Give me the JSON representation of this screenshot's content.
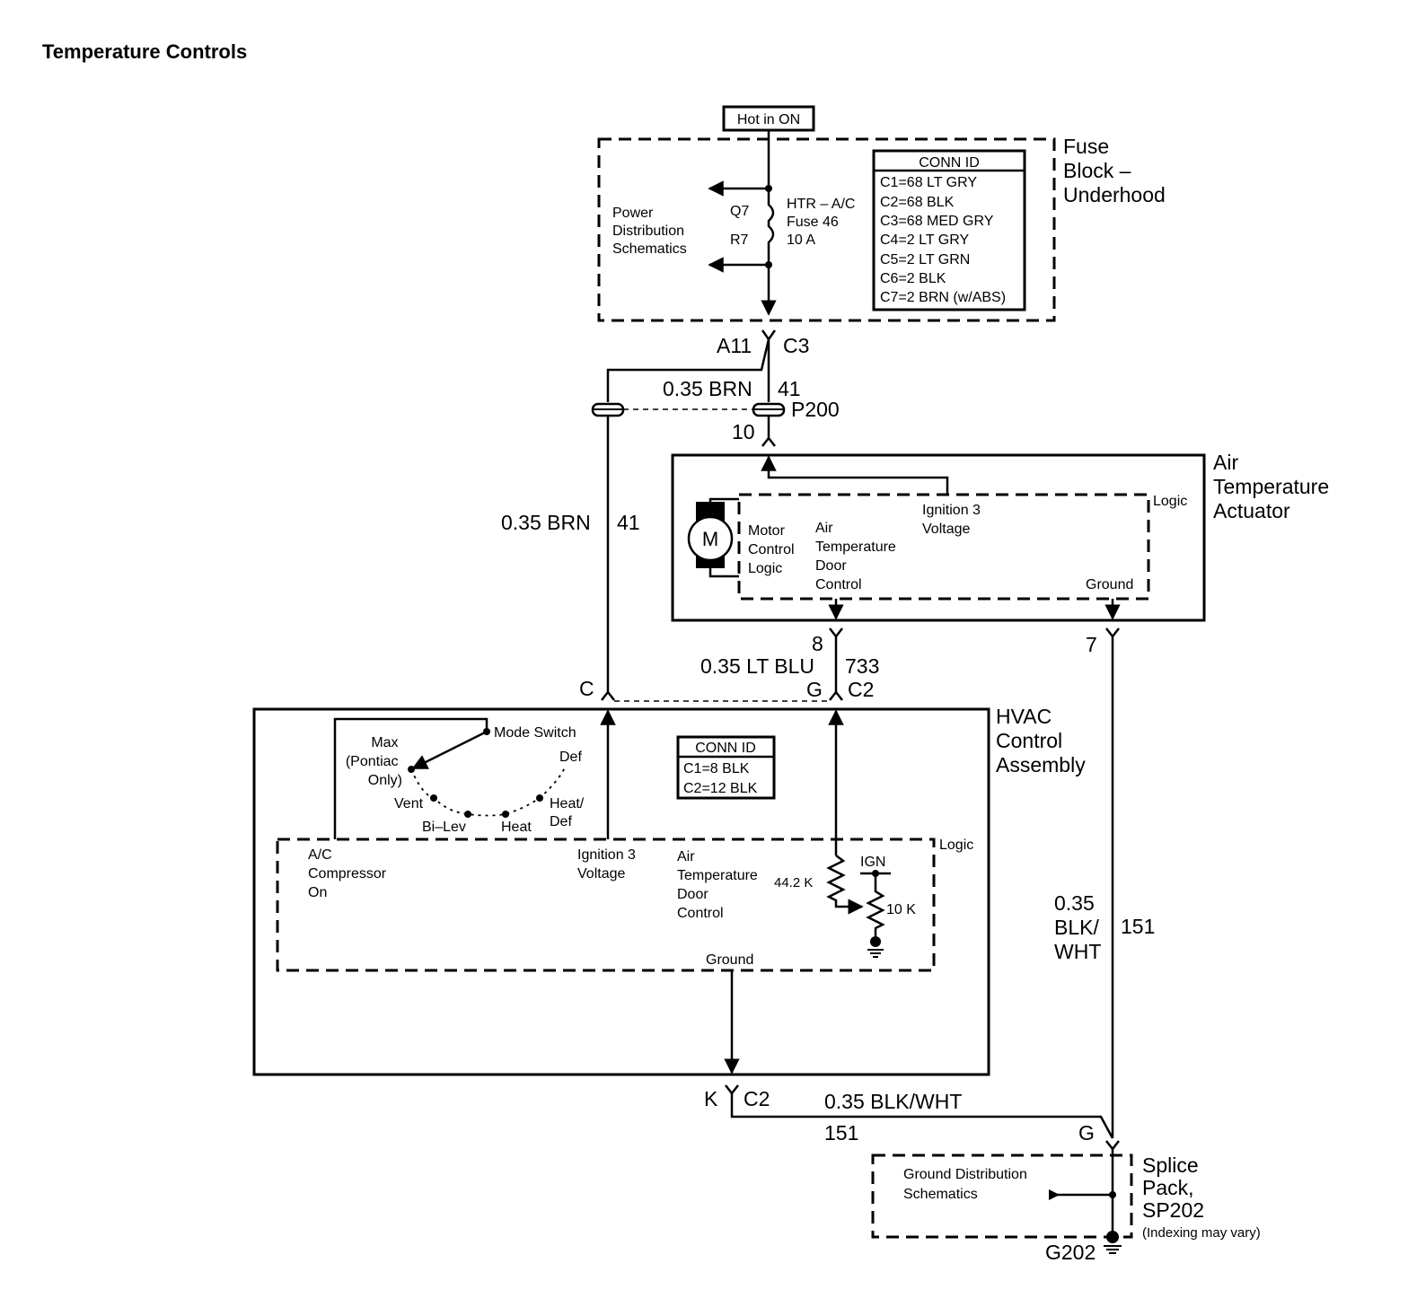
{
  "title": "Temperature Controls",
  "power_source": "Hot in ON",
  "fuse_block": {
    "name_lines": [
      "Fuse",
      "Block –",
      "Underhood"
    ],
    "power_dist_lines": [
      "Power",
      "Distribution",
      "Schematics"
    ],
    "fuse_lines": [
      "HTR – A/C",
      "Fuse 46",
      "10 A"
    ],
    "q7": "Q7",
    "r7": "R7",
    "conn_id": {
      "header": "CONN ID",
      "rows": [
        "C1=68 LT GRY",
        "C2=68 BLK",
        "C3=68 MED GRY",
        "C4=2 LT GRY",
        "C5=2 LT GRN",
        "C6=2 BLK",
        "C7=2 BRN (w/ABS)"
      ]
    },
    "pin": "A11",
    "connector": "C3"
  },
  "wire_brn_top": {
    "gauge": "0.35 BRN",
    "circuit": "41"
  },
  "p200": {
    "label": "P200",
    "pin": "10"
  },
  "wire_brn_left": {
    "gauge": "0.35 BRN",
    "circuit": "41"
  },
  "air_temp_actuator": {
    "name_lines": [
      "Air",
      "Temperature",
      "Actuator"
    ],
    "logic": "Logic",
    "motor": "M",
    "motor_logic_lines": [
      "Motor",
      "Control",
      "Logic"
    ],
    "door_control_lines": [
      "Air",
      "Temperature",
      "Door",
      "Control"
    ],
    "ign_lines": [
      "Ignition 3",
      "Voltage"
    ],
    "ground": "Ground",
    "pin_8": "8",
    "pin_7": "7"
  },
  "wire_ltblu": {
    "gauge": "0.35 LT BLU",
    "circuit": "733"
  },
  "hvac_conn": {
    "pin_c": "C",
    "pin_g": "G",
    "connector": "C2"
  },
  "hvac": {
    "name_lines": [
      "HVAC",
      "Control",
      "Assembly"
    ],
    "conn_id": {
      "header": "CONN ID",
      "rows": [
        "C1=8 BLK",
        "C2=12 BLK"
      ]
    },
    "mode_switch": "Mode Switch",
    "max_lines": [
      "Max",
      "(Pontiac",
      "Only)"
    ],
    "def": "Def",
    "vent": "Vent",
    "bilev": "Bi–Lev",
    "heat": "Heat",
    "heatdef_lines": [
      "Heat/",
      "Def"
    ],
    "logic": "Logic",
    "ac_lines": [
      "A/C",
      "Compressor",
      "On"
    ],
    "ign_lines": [
      "Ignition 3",
      "Voltage"
    ],
    "door_control_lines": [
      "Air",
      "Temperature",
      "Door",
      "Control"
    ],
    "res1": "44.2 K",
    "ign": "IGN",
    "res2": "10 K",
    "ground": "Ground"
  },
  "wire_blkwht_right": {
    "gauge_lines": [
      "0.35",
      "BLK/",
      "WHT"
    ],
    "circuit": "151"
  },
  "ground_conn": {
    "pin": "K",
    "connector": "C2"
  },
  "wire_blkwht_bottom": {
    "gauge": "0.35 BLK/WHT",
    "circuit": "151"
  },
  "splice": {
    "pin": "G",
    "name_lines": [
      "Splice",
      "Pack,",
      "SP202"
    ],
    "note": "(Indexing may vary)",
    "ground_dist_lines": [
      "Ground Distribution",
      "Schematics"
    ],
    "ground_label": "G202"
  }
}
